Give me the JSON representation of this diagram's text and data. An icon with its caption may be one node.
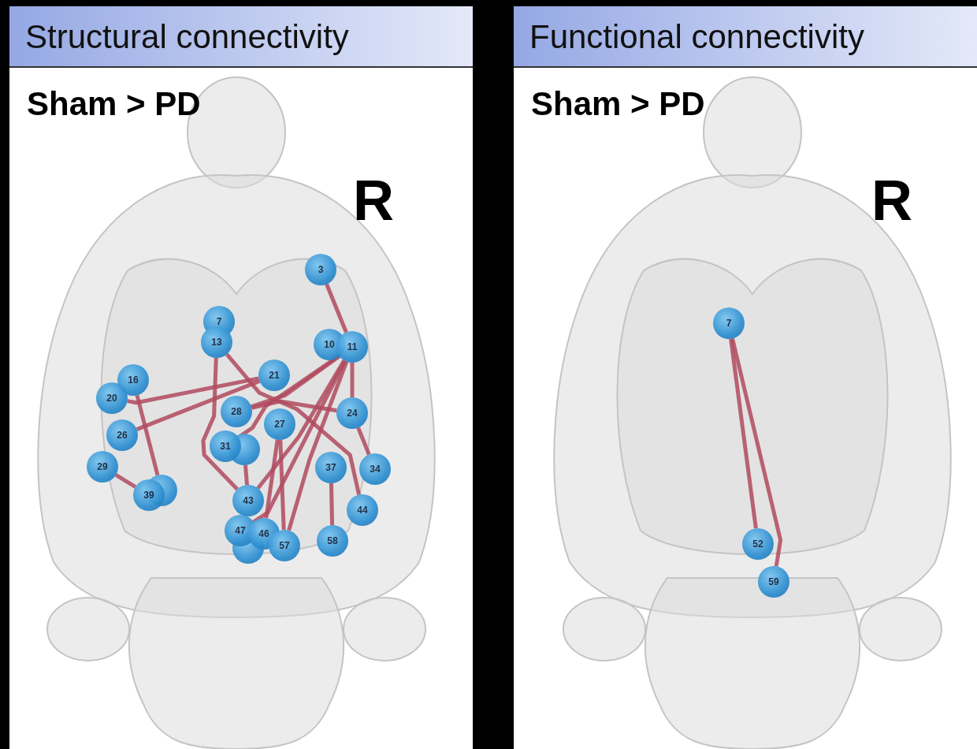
{
  "diagram": {
    "nodes": [
      {
        "text": [
          "Structural connectivity",
          "Sham > PD"
        ]
      },
      {
        "text": [
          "3"
        ],
        "in": 0
      },
      {
        "text": [
          "7"
        ],
        "in": 0
      },
      {
        "text": [
          "13"
        ],
        "in": 0
      },
      {
        "text": [
          "10"
        ],
        "in": 0
      },
      {
        "text": [
          "11"
        ],
        "in": 0
      },
      {
        "text": [
          "16"
        ],
        "in": 0
      },
      {
        "text": [
          "21"
        ],
        "in": 0
      },
      {
        "text": [
          "20"
        ],
        "in": 0
      },
      {
        "text": [
          "28"
        ],
        "in": 0
      },
      {
        "text": [
          "27"
        ],
        "in": 0
      },
      {
        "text": [
          "24"
        ],
        "in": 0
      },
      {
        "text": [
          "26"
        ],
        "in": 0
      },
      {
        "text": [
          "31"
        ],
        "in": 0
      },
      {
        "text": [],
        "shape": "circle",
        "in": 0
      },
      {
        "text": [
          "29"
        ],
        "in": 0
      },
      {
        "text": [
          "37"
        ],
        "in": 0
      },
      {
        "text": [
          "34"
        ],
        "in": 0
      },
      {
        "text": [],
        "shape": "circle",
        "in": 0
      },
      {
        "text": [
          "39"
        ],
        "in": 0
      },
      {
        "text": [
          "43"
        ],
        "in": 0
      },
      {
        "text": [
          "44"
        ],
        "in": 0
      },
      {
        "text": [
          "47"
        ],
        "in": 0
      },
      {
        "text": [
          "46"
        ],
        "in": 0
      },
      {
        "text": [
          "57"
        ],
        "in": 0
      },
      {
        "text": [
          "58"
        ],
        "in": 0
      },
      {
        "text": [],
        "shape": "circle",
        "in": 0
      },
      {
        "text": [
          "Functional connectivity",
          "Sham > PD"
        ]
      },
      {
        "text": [
          "7"
        ],
        "in": 27
      },
      {
        "text": [
          "52"
        ],
        "in": 27
      },
      {
        "text": [
          "59"
        ],
        "in": 27
      }
    ],
    "edges": [
      {
        "from": 1,
        "to": 5,
        "arrow": "none"
      },
      {
        "from": 5,
        "to": 11,
        "arrow": "none"
      },
      {
        "from": 11,
        "to": 17,
        "arrow": "none"
      },
      {
        "from": 3,
        "to": 20,
        "arrow": "none"
      },
      {
        "from": 3,
        "to": 21,
        "arrow": "none"
      },
      {
        "from": 8,
        "to": 7,
        "arrow": "none"
      },
      {
        "from": 6,
        "to": 18,
        "arrow": "none"
      },
      {
        "from": 12,
        "to": 7,
        "arrow": "none"
      },
      {
        "from": 15,
        "to": 19,
        "arrow": "none"
      },
      {
        "from": 5,
        "to": 9,
        "arrow": "none"
      },
      {
        "from": 5,
        "to": 13,
        "arrow": "none"
      },
      {
        "from": 5,
        "to": 20,
        "arrow": "none"
      },
      {
        "from": 5,
        "to": 22,
        "arrow": "none"
      },
      {
        "from": 5,
        "to": 24,
        "arrow": "none"
      },
      {
        "from": 9,
        "to": 11,
        "arrow": "none"
      },
      {
        "from": 10,
        "to": 24,
        "arrow": "none"
      },
      {
        "from": 10,
        "to": 23,
        "arrow": "none"
      },
      {
        "from": 16,
        "to": 25,
        "arrow": "none"
      },
      {
        "from": 14,
        "to": 20,
        "arrow": "none"
      },
      {
        "from": 28,
        "to": 29,
        "arrow": "none"
      },
      {
        "from": 28,
        "to": 30,
        "arrow": "none"
      }
    ],
    "labels": [
      "R",
      "R"
    ]
  }
}
